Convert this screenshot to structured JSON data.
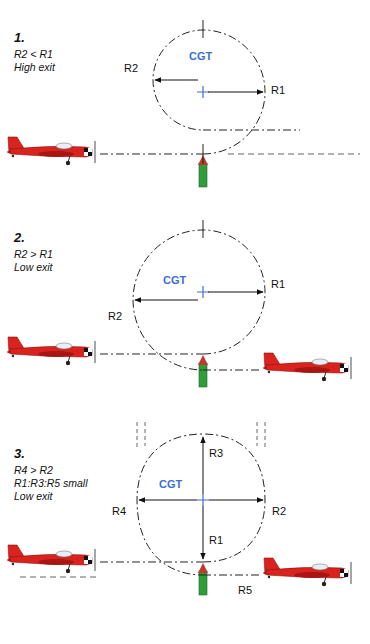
{
  "diagram": {
    "nodes": [
      {
        "text": [
          "CGT"
        ]
      },
      {
        "text": [
          "CGT"
        ]
      },
      {
        "text": [
          "CGT"
        ]
      }
    ],
    "labels": [
      "1.",
      "R2 < R1",
      "High exit",
      "R2",
      "R1",
      "2.",
      "R2 > R1",
      "Low exit",
      "R2",
      "R1",
      "3.",
      "R4 > R2",
      "R1:R3:R5 small",
      "Low exit",
      "R3",
      "R4",
      "R2",
      "R1",
      "R5"
    ]
  }
}
